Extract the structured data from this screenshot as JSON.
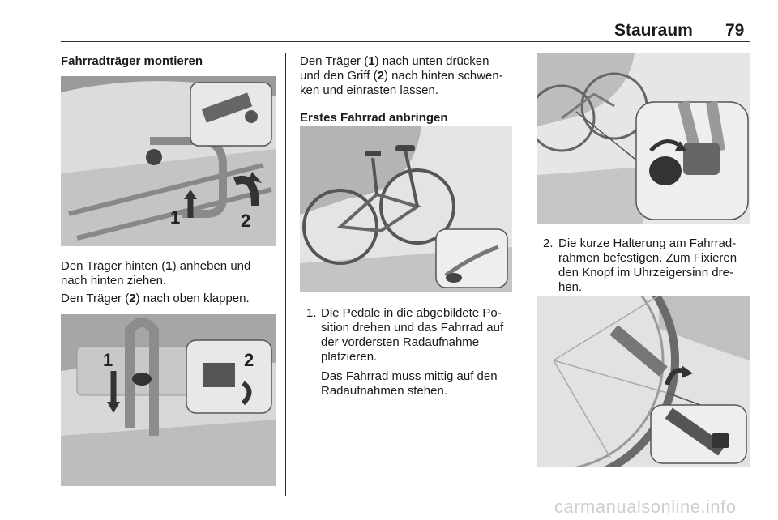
{
  "header": {
    "title": "Stauraum",
    "page": "79"
  },
  "col1": {
    "heading": "Fahrradträger montieren",
    "fig1_labels": [
      "1",
      "2"
    ],
    "para1_a": "Den Träger hinten (",
    "para1_num": "1",
    "para1_b": ") anheben und",
    "para1_c": "nach hinten ziehen.",
    "para2_a": "Den Träger (",
    "para2_num": "2",
    "para2_b": ") nach oben klappen.",
    "fig2_labels": [
      "1",
      "2"
    ]
  },
  "col2": {
    "para1_a": "Den Träger (",
    "para1_num1": "1",
    "para1_b": ") nach unten drücken",
    "para1_c": "und den Griff (",
    "para1_num2": "2",
    "para1_d": ") nach hinten schwen-",
    "para1_e": "ken und einrasten lassen.",
    "heading": "Erstes Fahrrad anbringen",
    "item1_num": "1.",
    "item1_lines": [
      "Die Pedale in die abgebildete Po-",
      "sition drehen und das Fahrrad auf",
      "der vordersten Radaufnahme",
      "platzieren."
    ],
    "item1_note": [
      "Das Fahrrad muss mittig auf den",
      "Radaufnahmen stehen."
    ]
  },
  "col3": {
    "item2_num": "2.",
    "item2_lines": [
      "Die kurze Halterung am Fahrrad-",
      "rahmen befestigen. Zum Fixieren",
      "den Knopf im Uhrzeigersinn dre-",
      "hen."
    ]
  },
  "watermark": "carmanualsonline.info"
}
